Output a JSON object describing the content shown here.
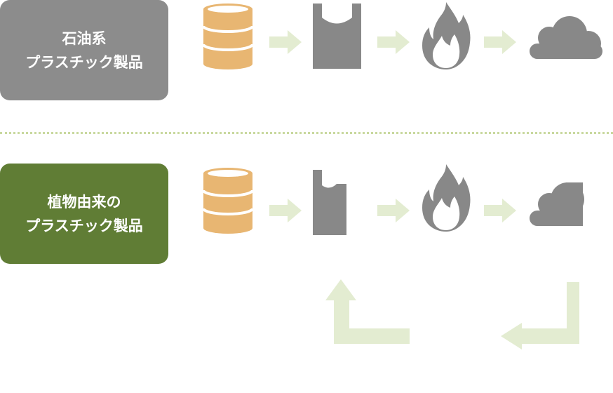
{
  "rows": [
    {
      "label_line1": "石油系",
      "label_line2": "プラスチック製品"
    },
    {
      "label_line1": "植物由来の",
      "label_line2": "プラスチック製品"
    }
  ],
  "icons": [
    "oil-barrel-icon",
    "plastic-bag-icon",
    "fire-icon",
    "cloud-icon",
    "arrow-right-icon",
    "cycle-arrow-icon"
  ],
  "colors": {
    "petro_box": "#8c8c8c",
    "bio_box": "#607d35",
    "barrel": "#e8b672",
    "icon_gray": "#888888",
    "arrow_green": "#e3ecd1",
    "divider": "#c9d99f"
  }
}
